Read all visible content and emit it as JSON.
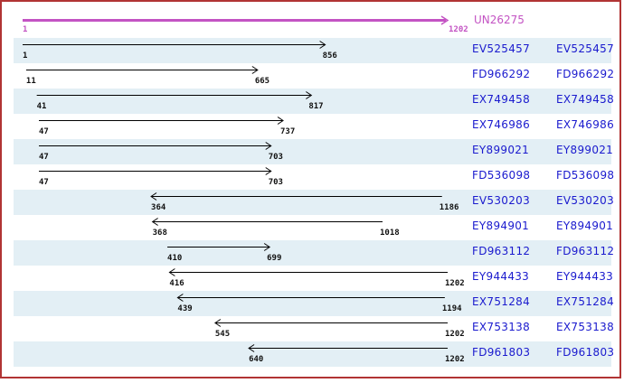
{
  "page": {
    "border_color": "#b13434",
    "band_color": "#e3eff5",
    "link_color": "#1a1ace",
    "unigene_color": "#c353c3",
    "arrow_color": "#000000"
  },
  "unigene": {
    "label": "UN26275",
    "start": 1,
    "end": 1202
  },
  "rows": [
    {
      "accession": "EV525457",
      "start": 1,
      "end": 856,
      "direction": "right"
    },
    {
      "accession": "FD966292",
      "start": 11,
      "end": 665,
      "direction": "right"
    },
    {
      "accession": "EX749458",
      "start": 41,
      "end": 817,
      "direction": "right"
    },
    {
      "accession": "EX746986",
      "start": 47,
      "end": 737,
      "direction": "right"
    },
    {
      "accession": "EY899021",
      "start": 47,
      "end": 703,
      "direction": "right"
    },
    {
      "accession": "FD536098",
      "start": 47,
      "end": 703,
      "direction": "right"
    },
    {
      "accession": "EV530203",
      "start": 364,
      "end": 1186,
      "direction": "left"
    },
    {
      "accession": "EY894901",
      "start": 368,
      "end": 1018,
      "direction": "left"
    },
    {
      "accession": "FD963112",
      "start": 410,
      "end": 699,
      "direction": "right"
    },
    {
      "accession": "EY944433",
      "start": 416,
      "end": 1202,
      "direction": "left"
    },
    {
      "accession": "EX751284",
      "start": 439,
      "end": 1194,
      "direction": "left"
    },
    {
      "accession": "EX753138",
      "start": 545,
      "end": 1202,
      "direction": "left"
    },
    {
      "accession": "FD961803",
      "start": 640,
      "end": 1202,
      "direction": "left"
    }
  ]
}
